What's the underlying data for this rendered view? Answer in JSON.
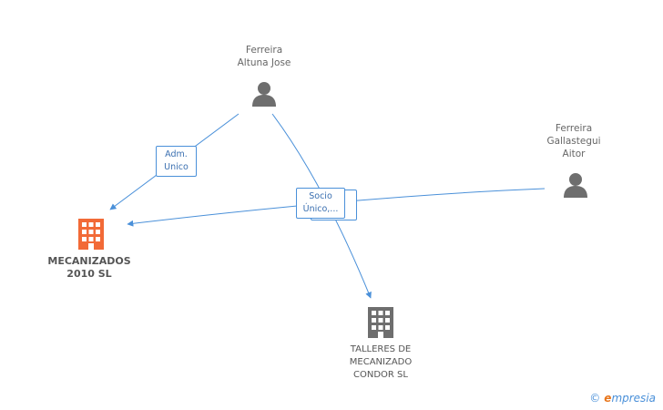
{
  "people": [
    {
      "id": "p1",
      "name_lines": [
        "Ferreira",
        "Altuna Jose"
      ]
    },
    {
      "id": "p2",
      "name_lines": [
        "Ferreira",
        "Gallastegui",
        "Aitor"
      ]
    }
  ],
  "companies": [
    {
      "id": "c1",
      "name_lines": [
        "MECANIZADOS",
        "2010 SL"
      ],
      "highlight": true,
      "color": "#f26a37"
    },
    {
      "id": "c2",
      "name_lines": [
        "TALLERES DE",
        "MECANIZADO",
        "CONDOR SL"
      ],
      "highlight": false,
      "color": "#6e6e6e"
    }
  ],
  "relations": [
    {
      "id": "r1",
      "lines": [
        "Adm.",
        "Unico"
      ]
    },
    {
      "id": "r2",
      "lines": [
        "Socio",
        "Único,..."
      ]
    }
  ],
  "brand": {
    "copyright": "©",
    "initial": "e",
    "rest": "mpresia"
  },
  "colors": {
    "edge": "#4a90d9",
    "person": "#6e6e6e"
  }
}
